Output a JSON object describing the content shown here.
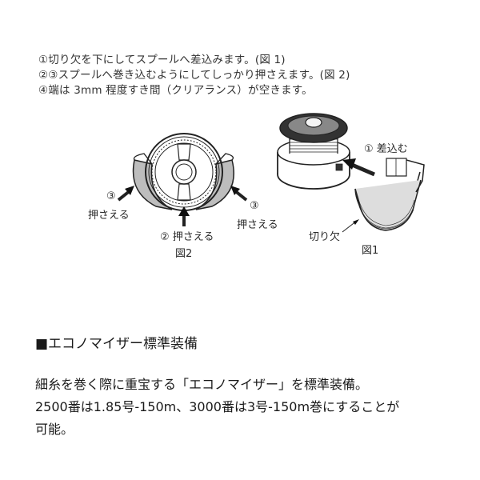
{
  "instructions": {
    "line1": "①切り欠を下にしてスプールへ差込みます。(図 1)",
    "line2": "②③スプールへ巻き込むようにしてしっかり押さえます。(図 2)",
    "line3": "④端は 3mm 程度すき間（クリアランス）が空きます。"
  },
  "figure2": {
    "caption": "図2",
    "left_num": "③",
    "left_label": "押さえる",
    "center_label": "② 押さえる",
    "right_num": "③",
    "right_label": "押さえる"
  },
  "figure1": {
    "caption": "図1",
    "insert_label": "① 差込む",
    "notch_label": "切り欠"
  },
  "section": {
    "title": "■エコノマイザー標準装備",
    "body_line1": "細糸を巻く際に重宝する「エコノマイザー」を標準装備。",
    "body_line2": "2500番は1.85号-150m、3000番は3号-150m巻にすることが",
    "body_line3": "可能。"
  }
}
